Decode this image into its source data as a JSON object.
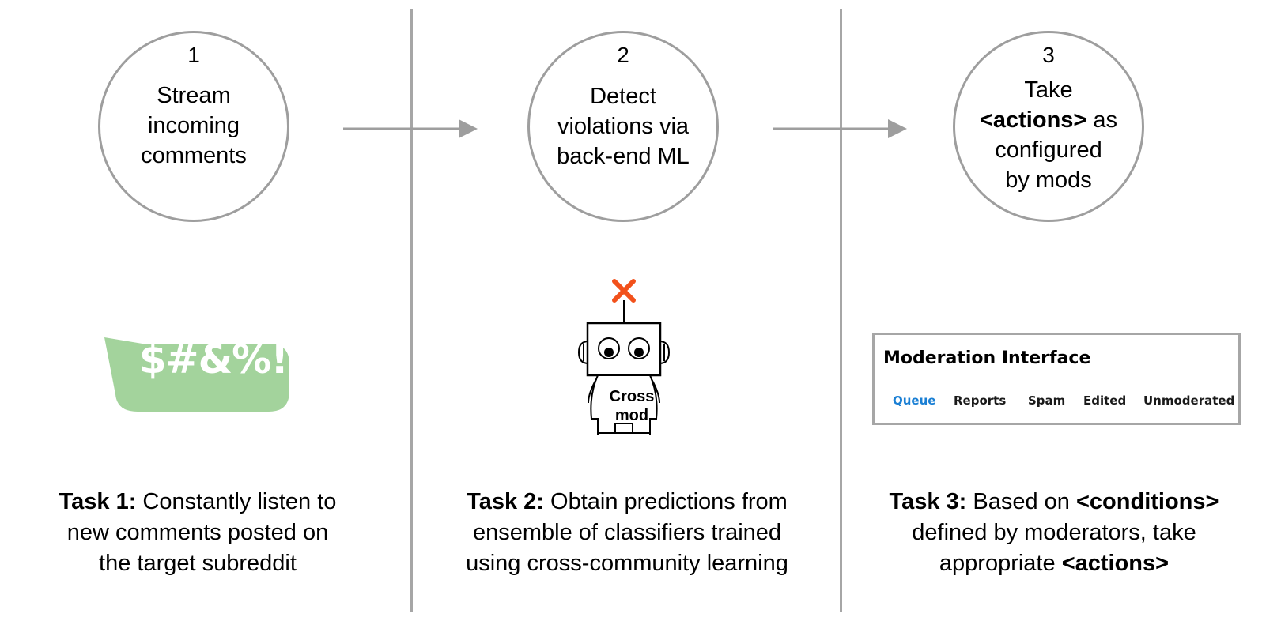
{
  "steps": [
    {
      "number": "1",
      "lines": [
        "Stream",
        "incoming",
        "comments"
      ]
    },
    {
      "number": "2",
      "lines": [
        "Detect",
        "violations via",
        "back-end ML"
      ]
    },
    {
      "number": "3",
      "line1": "Take",
      "line2_bold": "<actions>",
      "line2_rest": " as",
      "line3": "configured",
      "line4": "by mods"
    }
  ],
  "tasks": [
    {
      "prefix": "Task 1:",
      "line1_rest": " Constantly listen to",
      "line2": "new comments posted on",
      "line3": "the target subreddit"
    },
    {
      "prefix": "Task 2:",
      "line1_rest": " Obtain predictions from",
      "line2": "ensemble of classifiers trained",
      "line3": "using cross-community learning"
    },
    {
      "prefix": "Task 3:",
      "line1_mid": " Based on ",
      "line1_bold": "<conditions>",
      "line2": "defined by moderators, take",
      "line3_pre": "appropriate ",
      "line3_bold": "<actions>"
    }
  ],
  "bubble": {
    "text": "$#&%!",
    "color": "#a3d39c"
  },
  "robot": {
    "label_line1": "Cross",
    "label_line2": "mod",
    "x_color": "#f2511b"
  },
  "moderation": {
    "title": "Moderation Interface",
    "tabs": [
      "Queue",
      "Reports",
      "Spam",
      "Edited",
      "Unmoderated"
    ],
    "active_tab": "Queue",
    "accent_color": "#1a7fd4"
  },
  "colors": {
    "divider": "#a6a6a6",
    "circle_border": "#9e9e9e",
    "arrow": "#9e9e9e"
  }
}
